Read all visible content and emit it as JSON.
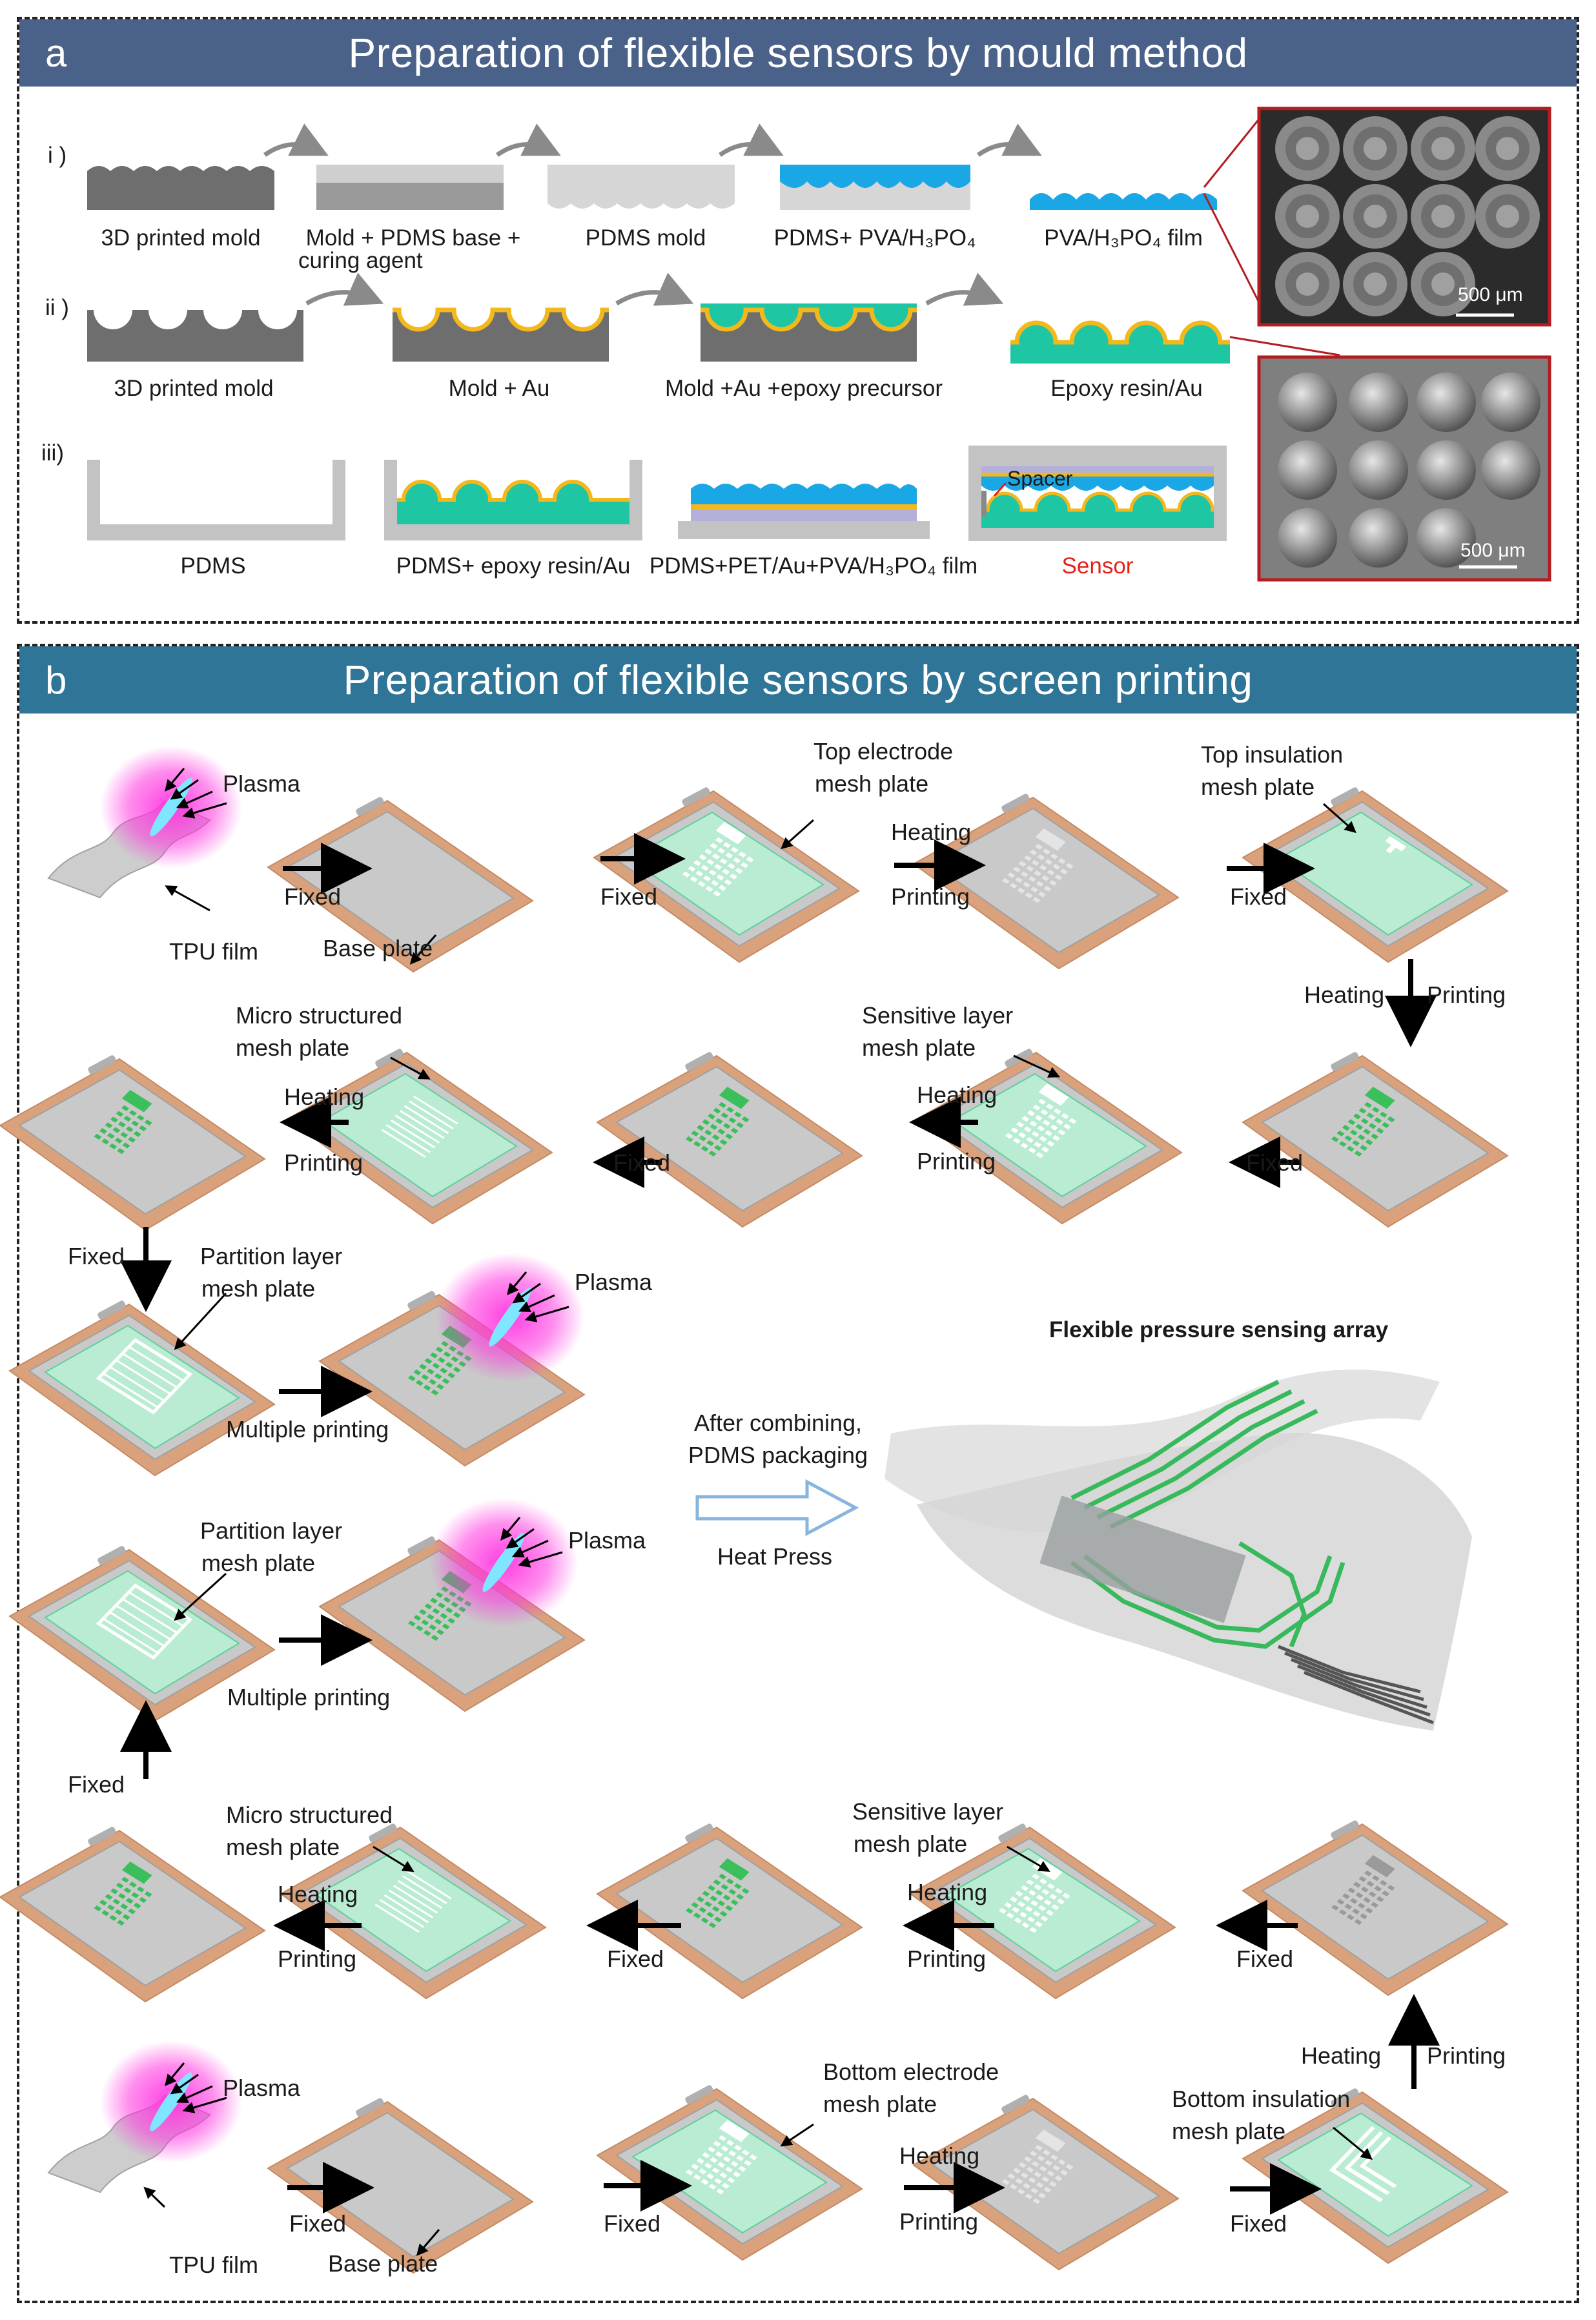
{
  "panel_a": {
    "letter": "a",
    "title": "Preparation of flexible sensors by mould method",
    "rows": [
      {
        "roman": "i )",
        "steps": [
          "3D printed mold",
          "Mold + PDMS base +",
          "curing agent",
          "PDMS mold",
          "PDMS+ PVA/H₃PO₄",
          "PVA/H₃PO₄ film"
        ]
      },
      {
        "roman": "ii )",
        "steps": [
          "3D printed mold",
          "Mold + Au",
          "Mold +Au +epoxy precursor",
          "Epoxy resin/Au"
        ]
      },
      {
        "roman": "iii)",
        "steps": [
          "PDMS",
          "PDMS+ epoxy resin/Au",
          "PDMS+PET/Au+PVA/H₃PO₄ film",
          "Sensor"
        ],
        "spacer": "Spacer"
      }
    ],
    "sem_scale": "500 μm"
  },
  "panel_b": {
    "letter": "b",
    "title": "Preparation of flexible sensors by screen printing",
    "labels": {
      "plasma": "Plasma",
      "tpu_film": "TPU film",
      "base_plate": "Base plate",
      "fixed": "Fixed",
      "heating": "Heating",
      "printing": "Printing",
      "top_electrode_1": "Top electrode",
      "top_electrode_2": "mesh plate",
      "top_insulation_1": "Top insulation",
      "top_insulation_2": "mesh plate",
      "sensitive_1": "Sensitive layer",
      "sensitive_2": "mesh plate",
      "micro_1": "Micro structured",
      "micro_2": "mesh plate",
      "partition_1": "Partition layer",
      "partition_2": "mesh plate",
      "multiple_printing": "Multiple printing",
      "after_combining_1": "After combining,",
      "after_combining_2": "PDMS packaging",
      "heat_press": "Heat Press",
      "array_title": "Flexible pressure sensing array",
      "bottom_electrode_1": "Bottom electrode",
      "bottom_electrode_2": "mesh plate",
      "bottom_insulation_1": "Bottom insulation",
      "bottom_insulation_2": "mesh plate"
    }
  },
  "colors": {
    "header_a": "#4a6189",
    "header_b": "#2e7597",
    "frame": "#d9a27c",
    "plate": "#c9c9c9",
    "mesh": "#b9ecd2",
    "green": "#3bbf5a",
    "plasma": "#ff33e0",
    "gold": "#f2b81c",
    "teal": "#1fc6a3",
    "blue": "#22a6e6",
    "red_label": "#e2231a"
  }
}
